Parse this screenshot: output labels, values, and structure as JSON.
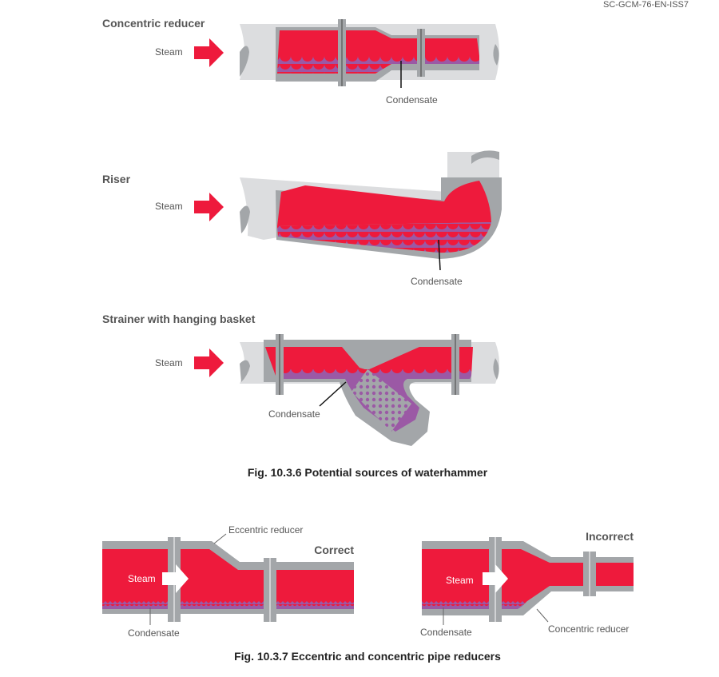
{
  "doc_code": "SC-GCM-76-EN-ISS7",
  "fig1": {
    "caption": "Fig. 10.3.6 Potential sources of waterhammer",
    "panels": [
      {
        "title": "Concentric reducer",
        "steam": "Steam",
        "condensate": "Condensate"
      },
      {
        "title": "Riser",
        "steam": "Steam",
        "condensate": "Condensate"
      },
      {
        "title": "Strainer with hanging basket",
        "steam": "Steam",
        "condensate": "Condensate"
      }
    ]
  },
  "fig2": {
    "caption": "Fig. 10.3.7 Eccentric and concentric pipe reducers",
    "correct": {
      "status": "Correct",
      "reducer": "Eccentric reducer",
      "steam": "Steam",
      "condensate": "Condensate"
    },
    "incorrect": {
      "status": "Incorrect",
      "reducer": "Concentric reducer",
      "steam": "Steam",
      "condensate": "Condensate"
    }
  },
  "colors": {
    "steam": "#ee1a3c",
    "condensate": "#9b59a5",
    "pipe_wall": "#a3a6a9",
    "pipe_outer": "#dcdddf"
  }
}
